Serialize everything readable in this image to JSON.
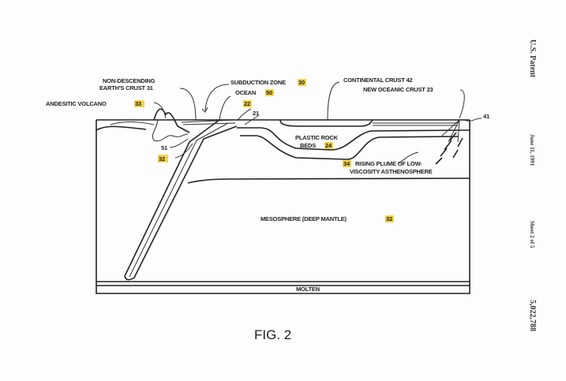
{
  "header": {
    "patent": "U.S. Patent",
    "date": "June 11, 1991",
    "sheet": "Sheet 2 of 5",
    "number": "5,022,788"
  },
  "figure": {
    "caption": "FIG. 2",
    "labels": {
      "non_descending_1": "NON-DESCENDING",
      "non_descending_2": "EARTH'S CRUST 31",
      "volcano": "ANDESITIC VOLCANO",
      "volcano_num": "33",
      "subduction": "SUBDUCTION ZONE",
      "subduction_num": "30",
      "ocean": "OCEAN",
      "ocean_num": "50",
      "ref_22": "22",
      "ref_21": "21",
      "ref_51": "51",
      "ref_32_left": "32",
      "continental": "CONTINENTAL CRUST 42",
      "new_oceanic": "NEW OCEANIC CRUST 23",
      "ref_41": "41",
      "plastic_1": "PLASTIC ROCK",
      "plastic_2": "BEDS",
      "plastic_num": "24",
      "plume_num": "34",
      "plume_1": "RISING PLUME OF LOW-",
      "plume_2": "VISCOSITY ASTHENOSPHERE",
      "mesosphere": "MESOSPHERE (DEEP MANTLE)",
      "mesosphere_num": "32",
      "molten": "MOLTEN"
    },
    "highlight_color": "#f3d34a"
  }
}
